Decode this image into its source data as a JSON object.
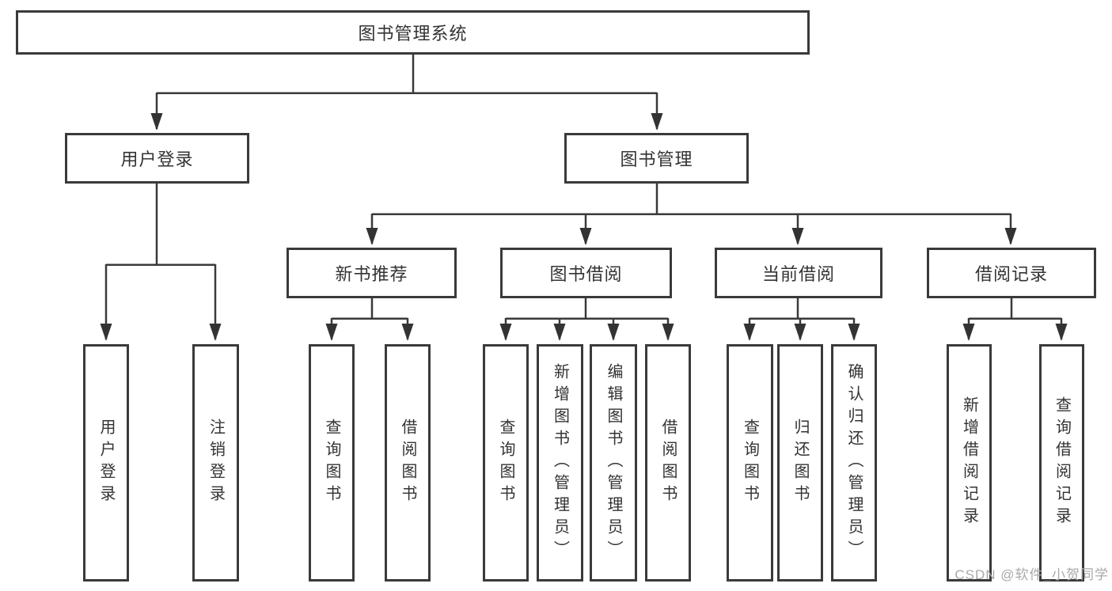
{
  "diagram": {
    "root": {
      "label": "图书管理系统"
    },
    "level2": [
      {
        "label": "用户登录"
      },
      {
        "label": "图书管理"
      }
    ],
    "level3": [
      {
        "label": "新书推荐",
        "parent": "图书管理"
      },
      {
        "label": "图书借阅",
        "parent": "图书管理"
      },
      {
        "label": "当前借阅",
        "parent": "图书管理"
      },
      {
        "label": "借阅记录",
        "parent": "图书管理"
      }
    ],
    "leaves": [
      {
        "label": "用户登录",
        "parent": "用户登录"
      },
      {
        "label": "注销登录",
        "parent": "用户登录"
      },
      {
        "label": "查询图书",
        "parent": "新书推荐"
      },
      {
        "label": "借阅图书",
        "parent": "新书推荐"
      },
      {
        "label": "查询图书",
        "parent": "图书借阅"
      },
      {
        "label": "新增图书（管理员）",
        "parent": "图书借阅"
      },
      {
        "label": "编辑图书（管理员）",
        "parent": "图书借阅"
      },
      {
        "label": "借阅图书",
        "parent": "图书借阅"
      },
      {
        "label": "查询图书",
        "parent": "当前借阅"
      },
      {
        "label": "归还图书",
        "parent": "当前借阅"
      },
      {
        "label": "确认归还（管理员）",
        "parent": "当前借阅"
      },
      {
        "label": "新增借阅记录",
        "parent": "借阅记录"
      },
      {
        "label": "查询借阅记录",
        "parent": "借阅记录"
      }
    ]
  },
  "watermark": {
    "text": "CSDN @软件_小贺同学"
  },
  "colors": {
    "line": "#3a3a3a",
    "arrow": "#333333",
    "box_border": "#3a3a3a",
    "box_fill": "#ffffff",
    "text": "#333333",
    "watermark": "#a9a9a9",
    "background": "#ffffff"
  }
}
